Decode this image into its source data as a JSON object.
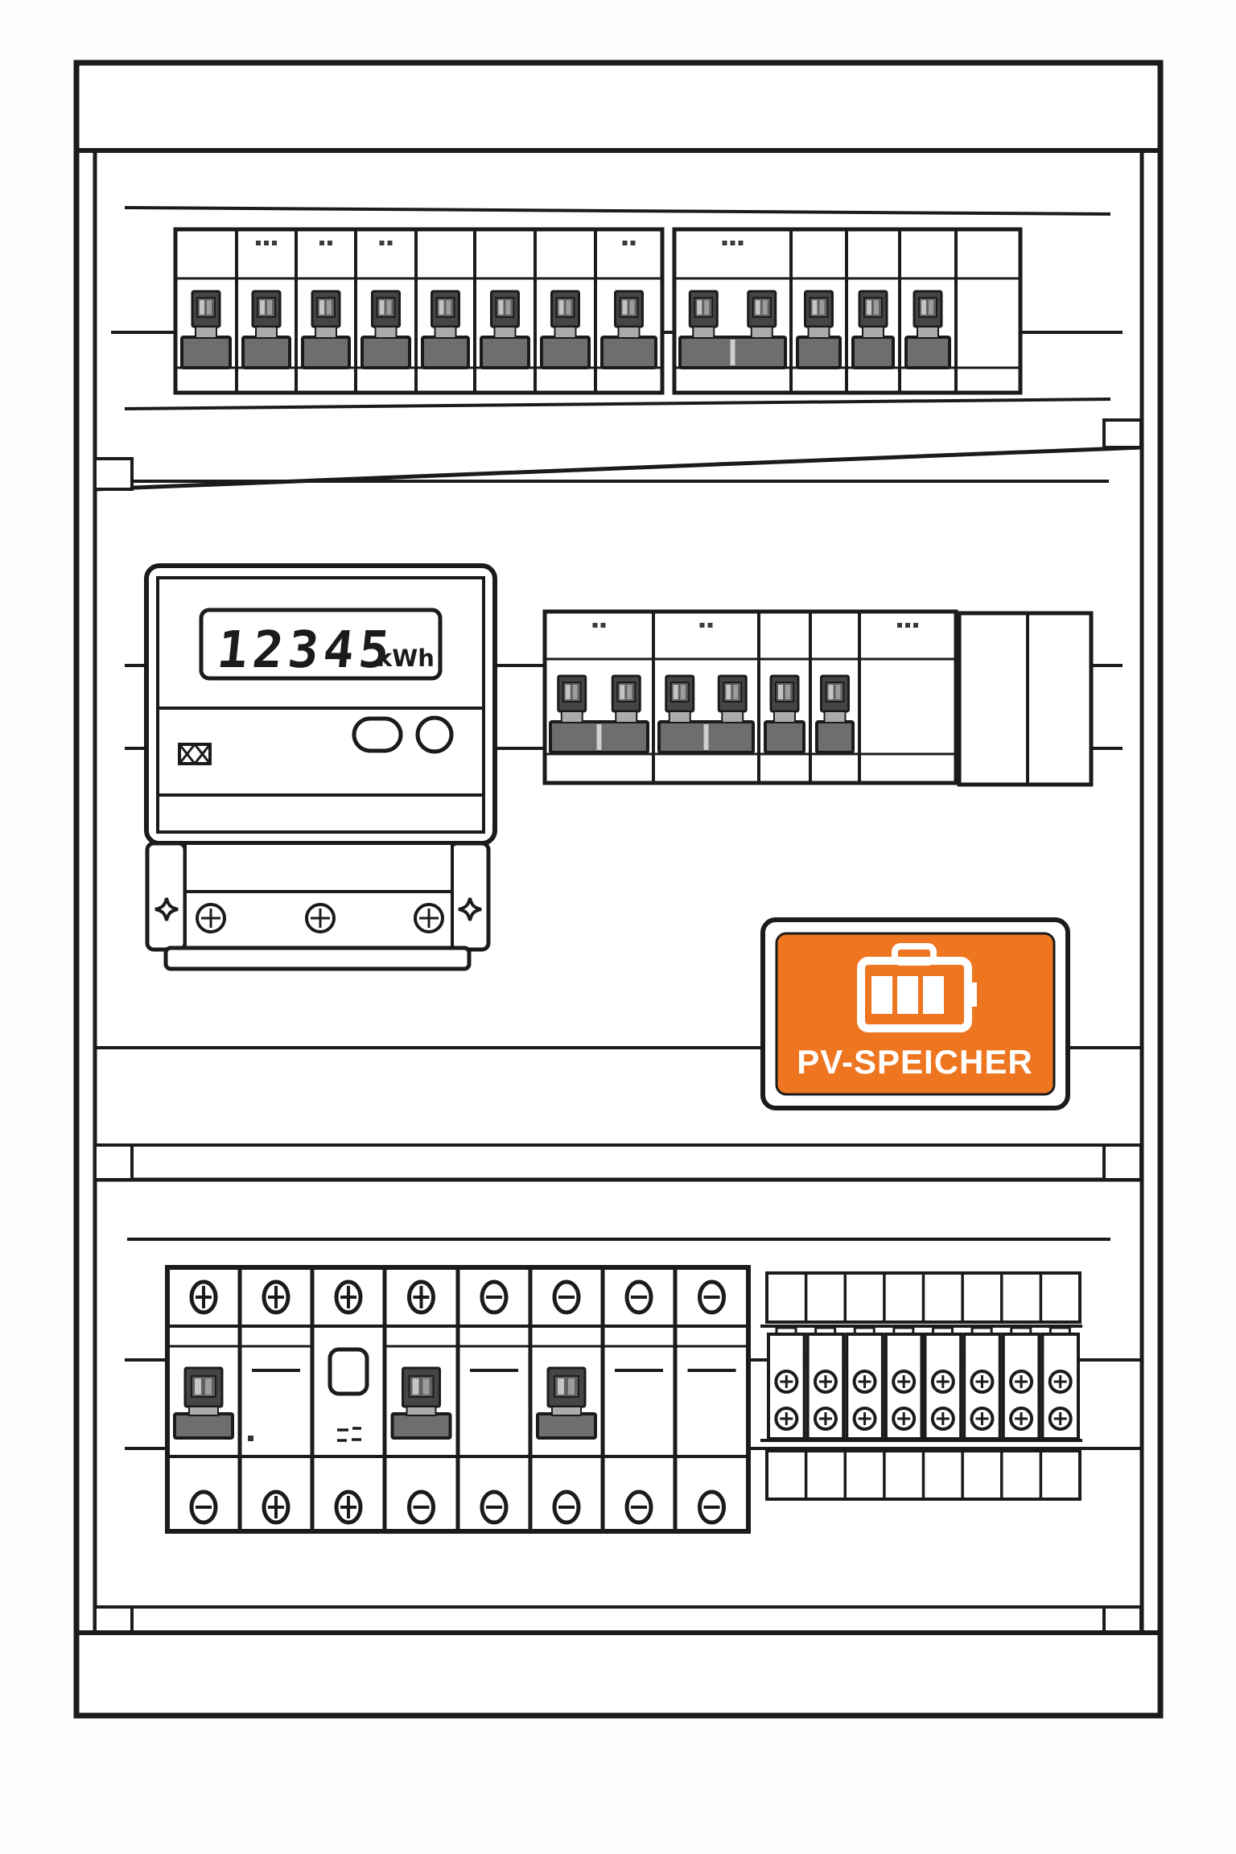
{
  "panel": {
    "kind": "electrical-distribution-board-illustration",
    "colors": {
      "ink": "#1b1b1b",
      "paper": "#ffffff",
      "breaker_head": "#454545",
      "breaker_window": "#606060",
      "breaker_bar_light": "#c4c4c4",
      "breaker_bar_mid": "#9c9c9c",
      "breaker_collar": "#ababab",
      "breaker_base": "#6e6e6e"
    }
  },
  "meter": {
    "reading": "12345",
    "unit": "kWh",
    "display_icon": "lcd-display",
    "ir_port_icon": "ir-port-icon",
    "buttons": [
      "oval-button",
      "round-button"
    ],
    "bracket_screws": 3,
    "bracket_sparkles": 2
  },
  "pv_badge": {
    "label": "PV-SPEICHER",
    "background_color": "#EE7621",
    "icon": "battery-icon",
    "battery_bars": 3
  },
  "breaker_rows": {
    "top_left": {
      "modules": [
        {
          "type": "breaker",
          "marks": 0
        },
        {
          "type": "breaker",
          "marks": 3
        },
        {
          "type": "breaker",
          "marks": 2
        },
        {
          "type": "breaker",
          "marks": 2
        },
        {
          "type": "breaker",
          "marks": 0
        },
        {
          "type": "breaker",
          "marks": 0
        },
        {
          "type": "breaker",
          "marks": 0
        },
        {
          "type": "breaker",
          "marks": 2
        }
      ]
    },
    "top_right": {
      "modules": [
        {
          "type": "breaker-double",
          "marks": 3
        },
        {
          "type": "breaker",
          "marks": 0
        },
        {
          "type": "breaker",
          "marks": 0
        },
        {
          "type": "breaker",
          "marks": 0
        },
        {
          "type": "blank",
          "marks": 0
        }
      ]
    },
    "middle": {
      "modules": [
        {
          "type": "breaker-double",
          "marks": 2
        },
        {
          "type": "breaker-double",
          "marks": 2
        },
        {
          "type": "breaker",
          "marks": 0
        },
        {
          "type": "breaker",
          "marks": 0
        },
        {
          "type": "blank",
          "marks": 3
        }
      ]
    },
    "middle_side_box": {
      "columns": 2
    },
    "bottom": {
      "modules": [
        {
          "type": "breaker-large"
        },
        {
          "type": "dash",
          "dot": true
        },
        {
          "type": "test-button"
        },
        {
          "type": "breaker-large"
        },
        {
          "type": "dash"
        },
        {
          "type": "breaker-large"
        },
        {
          "type": "dash"
        },
        {
          "type": "dash"
        }
      ],
      "top_screws": [
        "cross",
        "cross",
        "cross",
        "cross",
        "slot",
        "slot",
        "slot",
        "slot"
      ],
      "bottom_screws": [
        "slot",
        "cross",
        "cross",
        "slot",
        "slot",
        "slot",
        "slot",
        "slot"
      ]
    },
    "terminal_block": {
      "columns": 8,
      "screws_per_column": 2,
      "screw_type": "cross"
    }
  }
}
